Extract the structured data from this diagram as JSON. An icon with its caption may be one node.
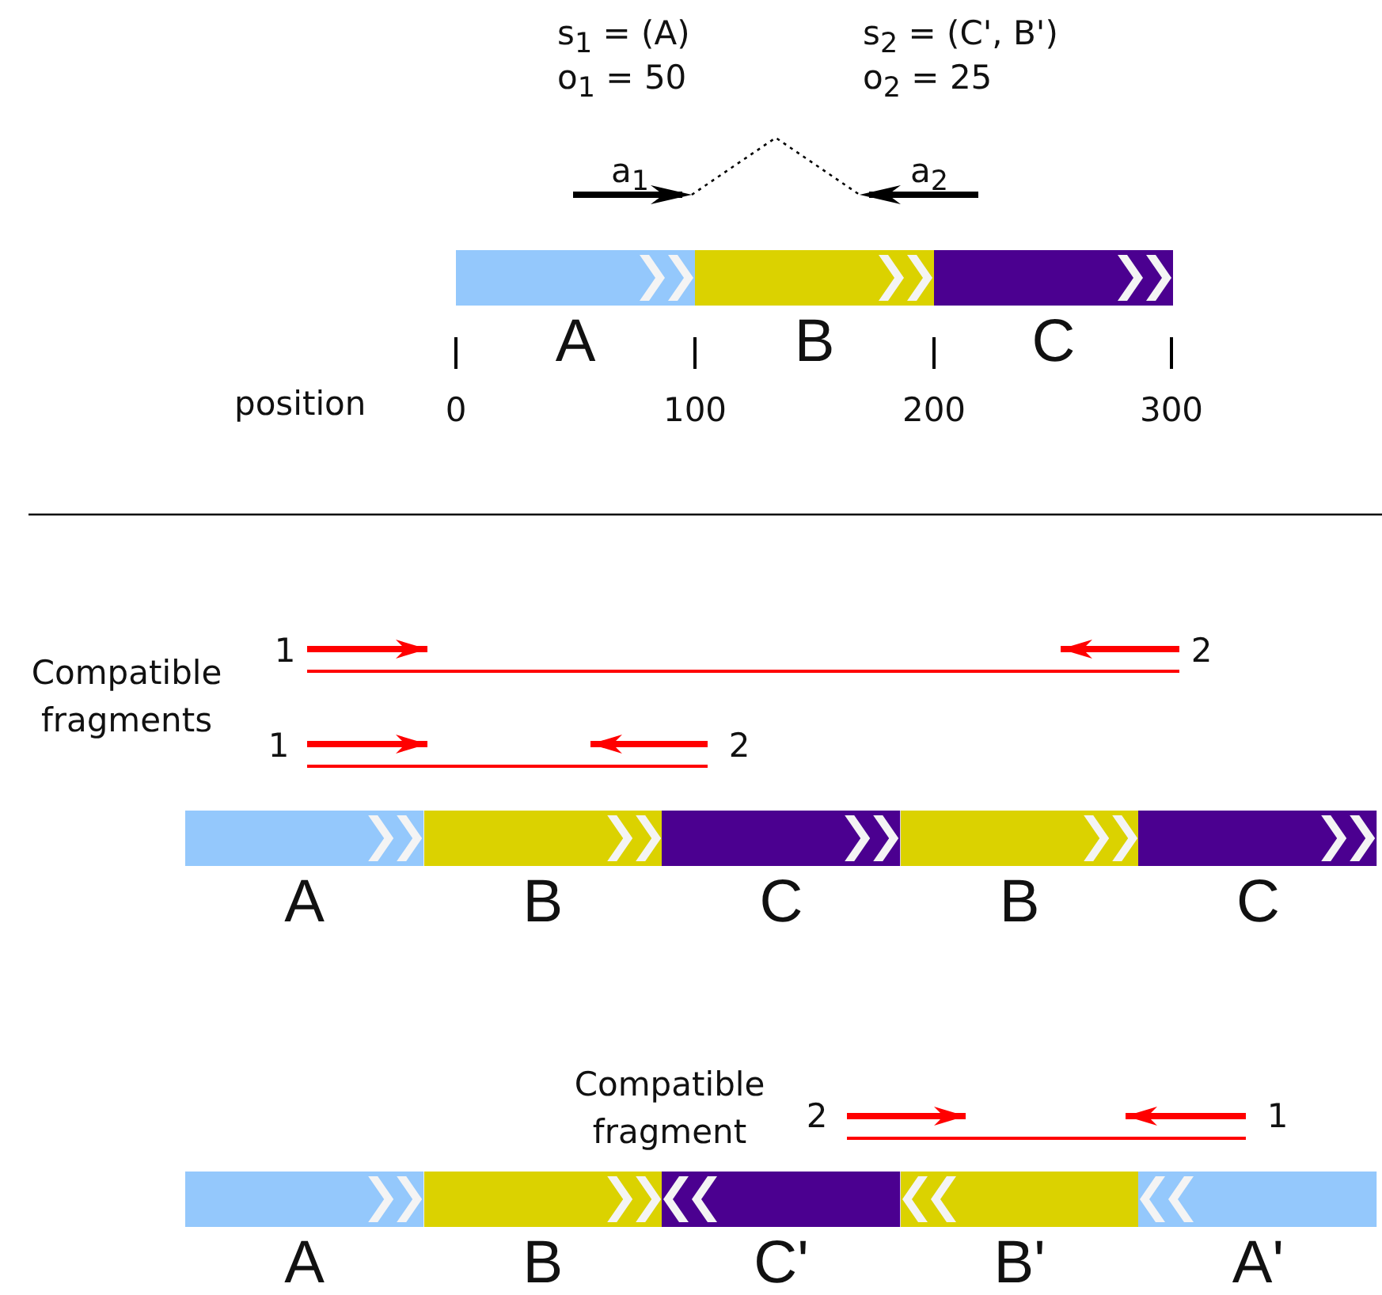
{
  "diagram": {
    "nodes": [
      {
        "text": [
          "a$_{1}$"
        ]
      },
      {
        "text": [
          "a$_{2}$"
        ]
      },
      {
        "text": [
          "A"
        ]
      },
      {
        "text": [
          "B"
        ]
      },
      {
        "text": [
          "C"
        ]
      },
      {
        "text": [
          "A"
        ]
      },
      {
        "text": [
          "B"
        ]
      },
      {
        "text": [
          "C"
        ]
      },
      {
        "text": [
          "B"
        ]
      },
      {
        "text": [
          "C"
        ]
      },
      {
        "text": [
          "A"
        ]
      },
      {
        "text": [
          "B"
        ]
      },
      {
        "text": [
          "C'"
        ]
      },
      {
        "text": [
          "B'"
        ]
      },
      {
        "text": [
          "A'"
        ]
      }
    ],
    "edges": [
      {
        "from": 0,
        "to": 1,
        "arrow": "none",
        "style": "dashed"
      }
    ],
    "labels": [
      "s$_{1}$ = (A)",
      "o$_{1}$ = 50",
      "s$_{2}$ = (C', B')",
      "o$_{2}$ = 25",
      "position",
      "0",
      "100",
      "200",
      "300",
      "Compatible fragments",
      "1",
      "2",
      "1",
      "2",
      "Compatible fragment",
      "2",
      "1"
    ]
  }
}
